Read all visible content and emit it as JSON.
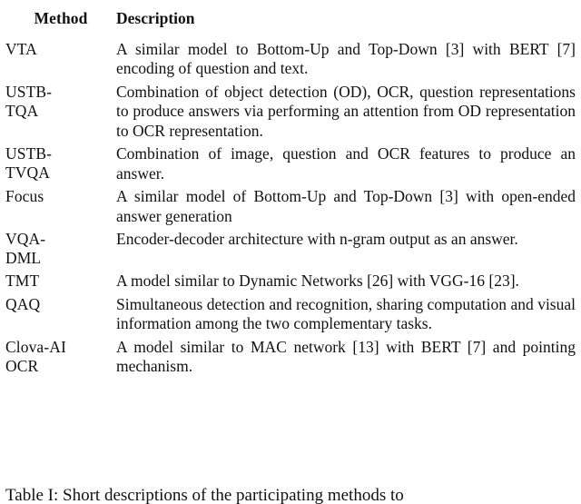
{
  "document": {
    "type": "paper-table",
    "table_id": "Table I",
    "caption": "Table I: Short descriptions of the participating methods to"
  },
  "table": {
    "columns": [
      {
        "key": "method",
        "header": "Method"
      },
      {
        "key": "description",
        "header": "Description"
      }
    ],
    "rows": [
      {
        "method": "VTA",
        "description": "A similar model to Bottom-Up and Top-Down [3] with BERT [7] encoding of question and text."
      },
      {
        "method": "USTB-TQA",
        "description": "Combination of object detection (OD), OCR, question representations to produce answers via performing an attention from OD representation to OCR representation."
      },
      {
        "method": "USTB-TVQA",
        "description": "Combination of image, question and OCR features to produce an answer."
      },
      {
        "method": "Focus",
        "description": "A similar model of Bottom-Up and Top-Down [3] with open-ended answer generation"
      },
      {
        "method": "VQA-DML",
        "description": "Encoder-decoder architecture with n-gram output as an answer."
      },
      {
        "method": "TMT",
        "description": "A model similar to Dynamic Networks [26] with VGG-16 [23]."
      },
      {
        "method": "QAQ",
        "description": "Simultaneous detection and recognition, sharing computation and visual information among the two complementary tasks."
      },
      {
        "method": "Clova-AI OCR",
        "description": "A model similar to MAC network [13] with BERT [7] and pointing mechanism."
      }
    ]
  },
  "style": {
    "rule_color": "#1a1a1a",
    "text_color": "#111111",
    "background": "#ffffff"
  }
}
